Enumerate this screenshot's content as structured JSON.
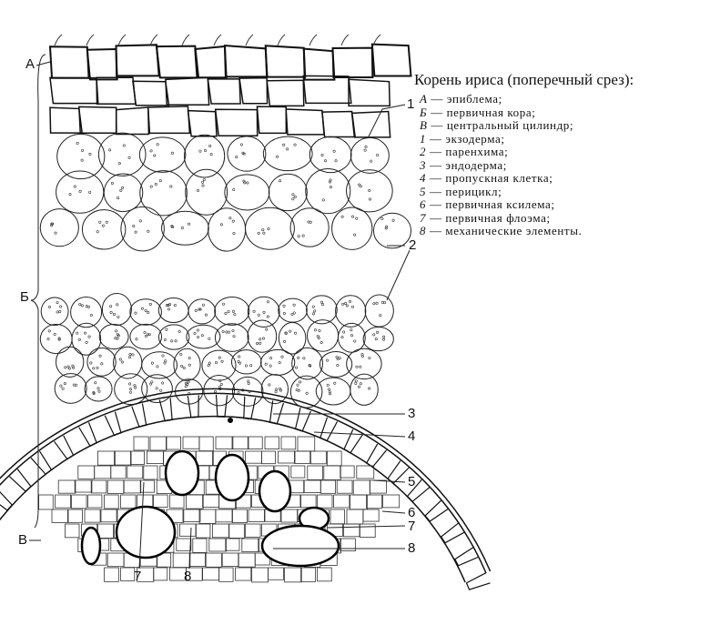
{
  "figure": {
    "title": "Корень ириса (поперечный срез):",
    "legend": [
      {
        "key": "А",
        "text": "— эпиблема;"
      },
      {
        "key": "Б",
        "text": "— первичная кора;"
      },
      {
        "key": "В",
        "text": "— центральный цилиндр;"
      },
      {
        "key": "1",
        "text": "— экзодерма;"
      },
      {
        "key": "2",
        "text": "— паренхима;"
      },
      {
        "key": "3",
        "text": "— эндодерма;"
      },
      {
        "key": "4",
        "text": "— пропускная клетка;"
      },
      {
        "key": "5",
        "text": "— перицикл;"
      },
      {
        "key": "6",
        "text": "— первичная ксилема;"
      },
      {
        "key": "7",
        "text": "— первичная флоэма;"
      },
      {
        "key": "8",
        "text": "— механические элементы."
      }
    ],
    "labels": {
      "A": "А",
      "B": "Б",
      "V": "В",
      "n1": "1",
      "n2": "2",
      "n3": "3",
      "n4": "4",
      "n5": "5",
      "n6": "6",
      "n7": "7",
      "n8": "8",
      "b7": "7",
      "b8": "8"
    }
  }
}
